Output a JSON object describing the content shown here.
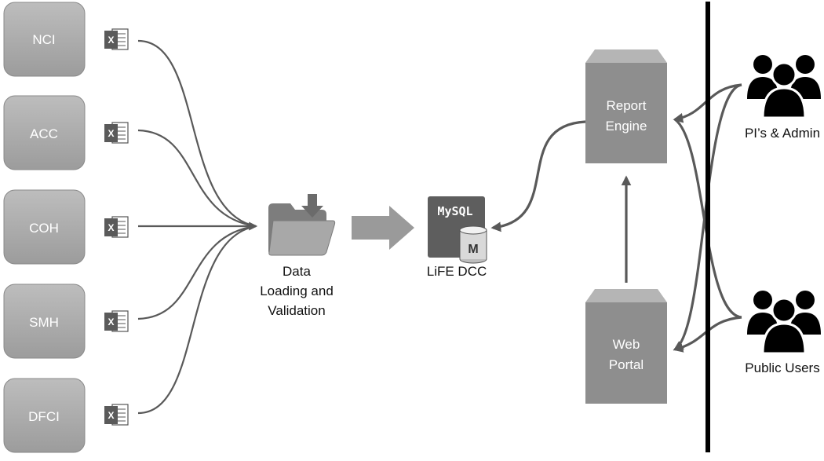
{
  "sites": [
    {
      "label": "NCI"
    },
    {
      "label": "ACC"
    },
    {
      "label": "COH"
    },
    {
      "label": "SMH"
    },
    {
      "label": "DFCI"
    }
  ],
  "excel_icon": "excel-file-icon",
  "loading": {
    "icon": "folder-download-icon",
    "caption_lines": [
      "Data",
      "Loading and",
      "Validation"
    ]
  },
  "database": {
    "icon": "mysql-database-icon",
    "badge": "MySQL",
    "cylinder_letter": "M",
    "caption": "LiFE DCC"
  },
  "report_engine": {
    "lines": [
      "Report",
      "Engine"
    ]
  },
  "web_portal": {
    "lines": [
      "Web",
      "Portal"
    ]
  },
  "user_groups": [
    {
      "label": "PI’s & Admin",
      "icon": "users-group-icon"
    },
    {
      "label": "Public Users",
      "icon": "users-group-icon"
    }
  ],
  "colors": {
    "box_gray": "#a6a6a6",
    "server_gray": "#8e8e8e",
    "arrow_gray": "#595959",
    "db_dark": "#5e5e5e",
    "line_black": "#000000"
  }
}
